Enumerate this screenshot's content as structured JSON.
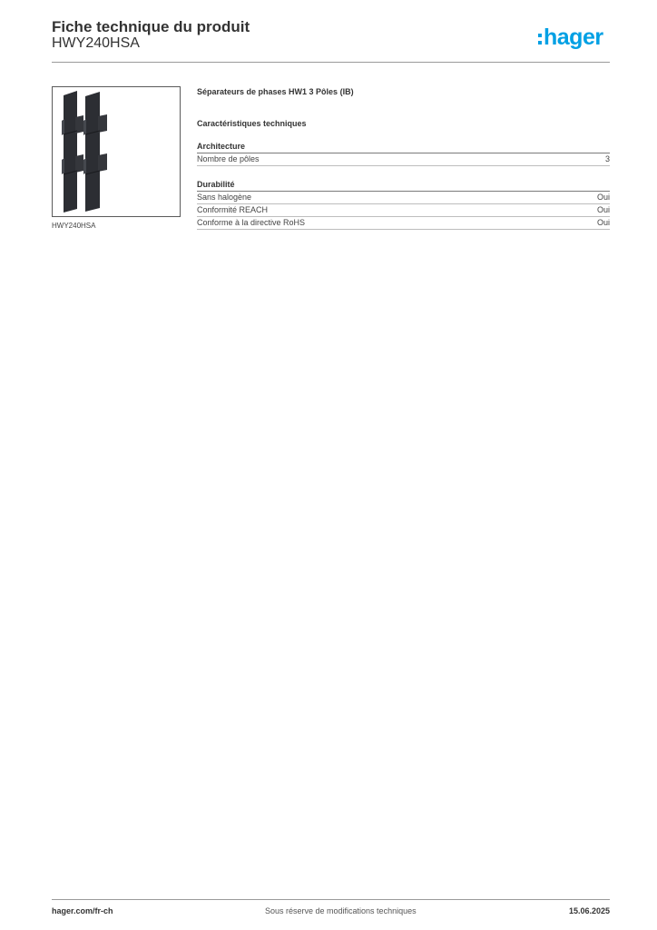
{
  "header": {
    "title": "Fiche technique du produit",
    "subtitle": "HWY240HSA",
    "logo_text": "hager",
    "logo_color": "#00a0e4"
  },
  "product": {
    "image_caption": "HWY240HSA",
    "name": "Séparateurs de phases HW1 3 Pôles (IB)"
  },
  "specs": {
    "section_title": "Caractéristiques techniques",
    "groups": [
      {
        "title": "Architecture",
        "rows": [
          {
            "label": "Nombre de pôles",
            "value": "3"
          }
        ]
      },
      {
        "title": "Durabilité",
        "rows": [
          {
            "label": "Sans halogène",
            "value": "Oui"
          },
          {
            "label": "Conformité REACH",
            "value": "Oui"
          },
          {
            "label": "Conforme à la directive RoHS",
            "value": "Oui"
          }
        ]
      }
    ]
  },
  "footer": {
    "website": "hager.com/fr-ch",
    "disclaimer": "Sous réserve de modifications techniques",
    "date": "15.06.2025"
  }
}
